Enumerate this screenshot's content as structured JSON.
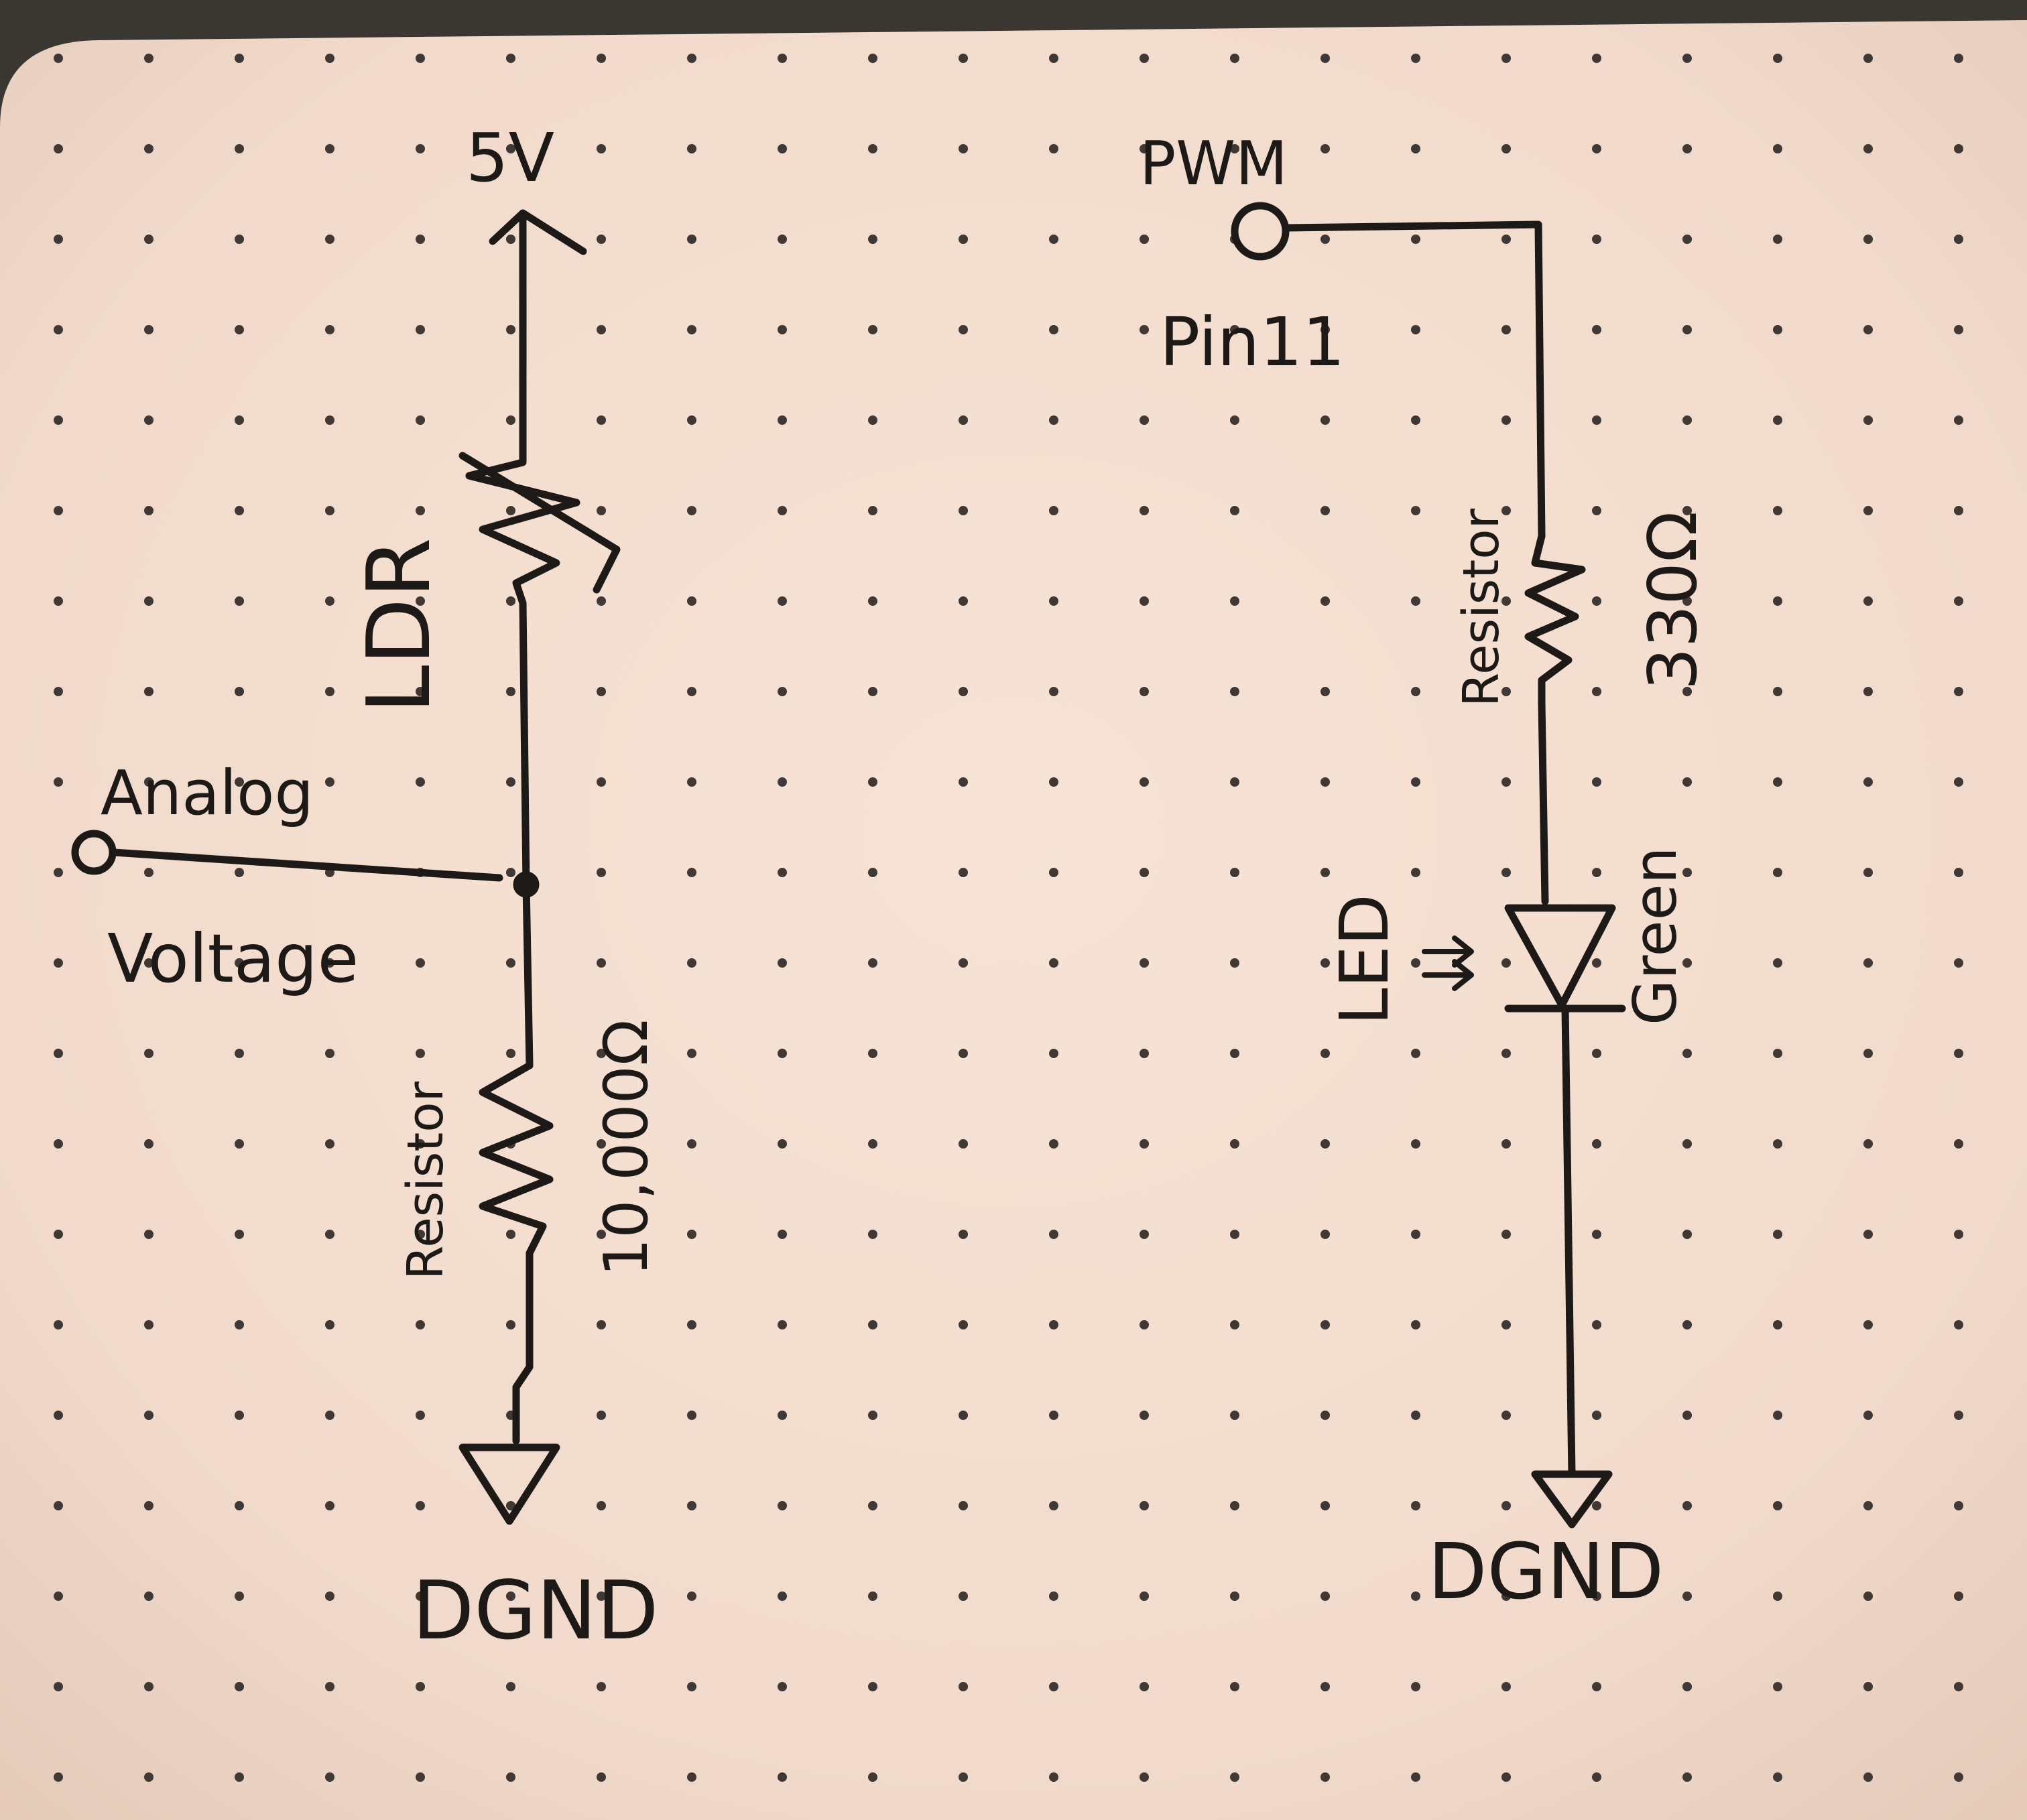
{
  "colors": {
    "background": "#3a3632",
    "paper": "#f3ddcf",
    "paper_edge": "#e6cdbd",
    "ink": "#1c1916",
    "dot": "#3f3834"
  },
  "left_circuit": {
    "supply_label": "5V",
    "ldr_label": "LDR",
    "analog_label_line1": "Analog",
    "analog_label_line2": "Voltage",
    "resistor_label": "Resistor",
    "resistor_value": "10,000Ω",
    "ground_label": "DGND"
  },
  "right_circuit": {
    "pwm_label": "PWM",
    "pin_label": "Pin11",
    "resistor_label": "Resistor",
    "resistor_value": "330Ω",
    "led_label": "LED",
    "led_color_label": "Green",
    "ground_label": "DGND"
  }
}
